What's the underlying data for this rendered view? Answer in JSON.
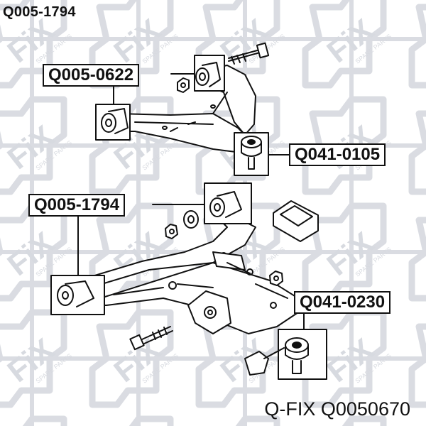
{
  "header": {
    "part_number": "Q005-1794"
  },
  "callouts": [
    {
      "id": "upper-arm-bushing",
      "label": "Q005-0622"
    },
    {
      "id": "upper-ball-joint",
      "label": "Q041-0105"
    },
    {
      "id": "lower-arm-bushing",
      "label": "Q005-1794"
    },
    {
      "id": "lower-ball-joint",
      "label": "Q041-0230"
    }
  ],
  "footer": {
    "brand": "Q-FIX",
    "article": "Q0050670",
    "text": "Q-FIX Q0050670"
  },
  "watermark": {
    "logo_text": "FiX",
    "tagline": "SPARE PARTS",
    "color": "#c9cdd6"
  }
}
